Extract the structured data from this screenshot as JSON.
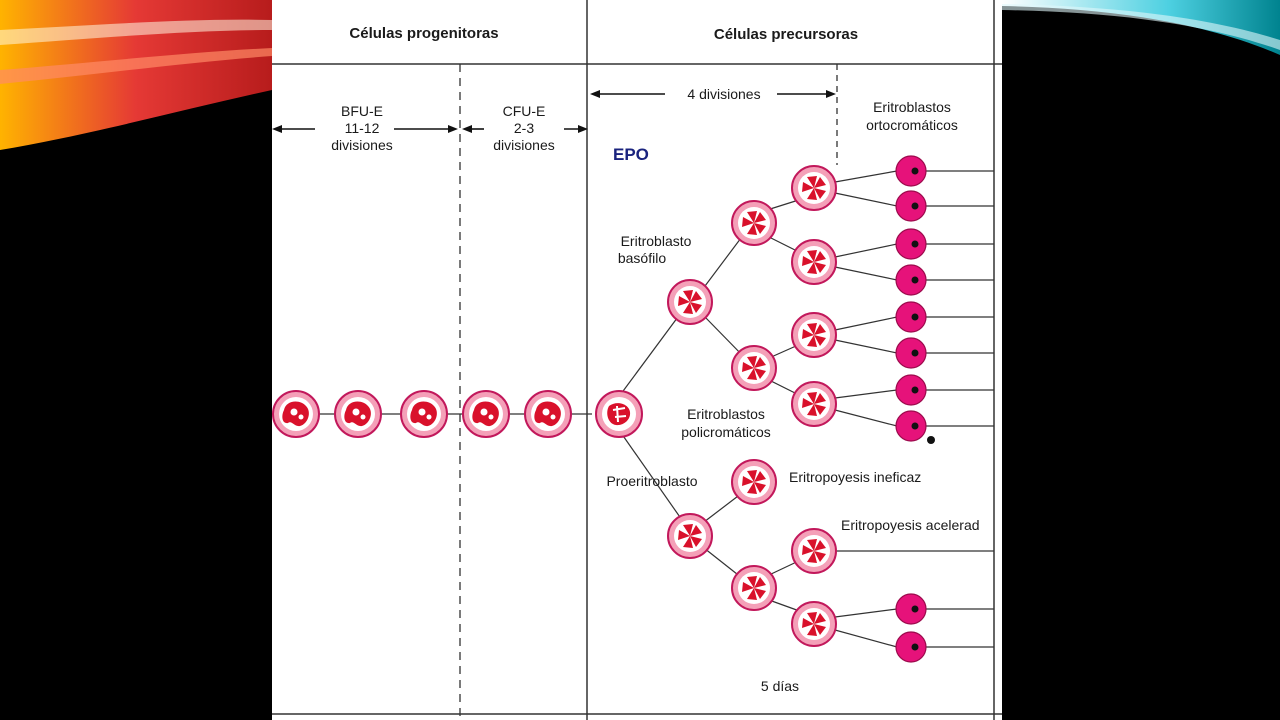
{
  "headers": {
    "progenitoras": "Células progenitoras",
    "precursoras": "Células precursoras"
  },
  "bfu": {
    "line1": "BFU-E",
    "line2": "11-12",
    "line3": "divisiones"
  },
  "cfu": {
    "line1": "CFU-E",
    "line2": "2-3",
    "line3": "divisiones"
  },
  "divisions_label": "4 divisiones",
  "epo": "EPO",
  "labels": {
    "ortocromaticos_1": "Eritroblastos",
    "ortocromaticos_2": "ortocromáticos",
    "basofilo_1": "Eritroblasto",
    "basofilo_2": "basófilo",
    "policromaticos_1": "Eritroblastos",
    "policromaticos_2": "policromáticos",
    "proeritroblasto": "Proeritroblasto",
    "ineficaz": "Eritropoyesis ineficaz",
    "acelerada": "Eritropoyesis acelerad",
    "dias": "5 días"
  },
  "colors": {
    "cell_ring": "#c2185b",
    "cell_fill": "#f4a0b8",
    "nucleus": "#d9112b",
    "ortho_cell": "#e6127a",
    "epo_text": "#1a237e"
  }
}
